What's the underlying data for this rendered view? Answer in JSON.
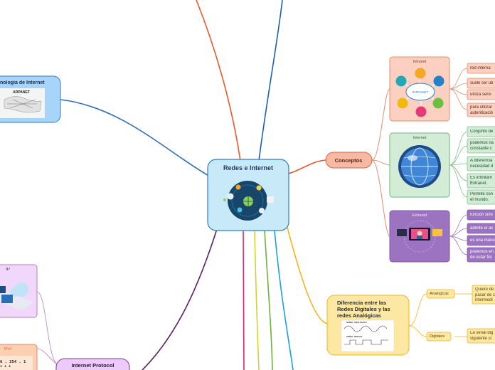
{
  "central": {
    "title": "Redes e Internet"
  },
  "conceptos": {
    "label": "Conceptos",
    "intranet": {
      "title": "Intranet",
      "center_label": "INTRANET",
      "items": [
        "red interna",
        "suele ser uti",
        "utiliza servi",
        "para utilizar\nautenticació"
      ]
    },
    "internet": {
      "title": "Internet",
      "items": [
        "Conjunto de",
        "podemos na\nconstante c",
        "A diferencia\nnecesidad d",
        "Es infinitam\nExtranet.",
        "Permite con\nel mundo."
      ]
    },
    "extranet": {
      "title": "Extranet",
      "items": [
        "función simi",
        "admite el ac",
        "es una mane",
        "podemos en\nde estar fisi"
      ]
    }
  },
  "diferencia": {
    "title": "Diferencia entre las\nRedes Digitales y las\nredes Analógicas",
    "chart_label_1": "SEÑAL ANALÓGICA",
    "chart_label_2": "SEÑAL DIGITAL",
    "analogicas": {
      "label": "Analogicas",
      "text": "Quiere de\npasar de c\nintermedi"
    },
    "digitales": {
      "label": "Digitales",
      "text": "La señal dig\nsiguiente si"
    }
  },
  "tecnologia": {
    "title": "nología de Internet",
    "image_caption": "ARPANET"
  },
  "ip": {
    "title": "IP"
  },
  "ipv4": {
    "title": "IPv4",
    "row1": "6 . 254 . 1",
    "row2": "+      +      +"
  },
  "internet_protocol": {
    "title": "Internet Protocol"
  },
  "colors": {
    "central_fill": "#c7e9f8",
    "central_border": "#2e7fc4",
    "conceptos_fill": "#f6b9a4",
    "intranet_fill": "#fbd0c0",
    "internet_fill": "#d2ecd6",
    "extranet_fill": "#9c73c0",
    "diferencia_fill": "#fde8a3",
    "tech_fill": "#a9d4fa",
    "ip_fill": "#f1d8fb",
    "ipv4_fill": "#fbcfb0",
    "protocol_fill": "#eccafa"
  }
}
